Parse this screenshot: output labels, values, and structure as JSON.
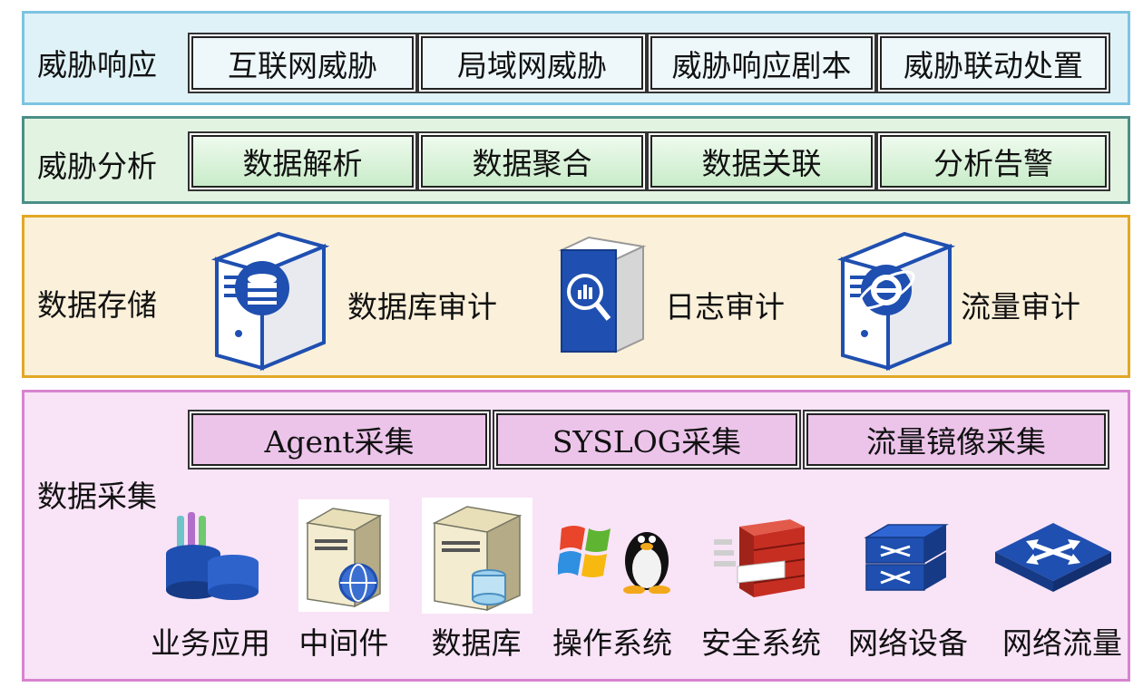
{
  "layers": {
    "response": {
      "title": "威胁响应",
      "items": [
        "互联网威胁",
        "局域网威胁",
        "威胁响应剧本",
        "威胁联动处置"
      ]
    },
    "analysis": {
      "title": "威胁分析",
      "items": [
        "数据解析",
        "数据聚合",
        "数据关联",
        "分析告警"
      ]
    },
    "storage": {
      "title": "数据存储",
      "items": [
        "数据库审计",
        "日志审计",
        "流量审计"
      ]
    },
    "collection": {
      "title": "数据采集",
      "methods": [
        "Agent采集",
        "SYSLOG采集",
        "流量镜像采集"
      ],
      "sources": [
        "业务应用",
        "中间件",
        "数据库",
        "操作系统",
        "安全系统",
        "网络设备",
        "网络流量"
      ]
    }
  },
  "colors": {
    "response_border": "#7dc3e2",
    "response_fill": "#dff2f7",
    "analysis_border": "#4b8f86",
    "analysis_fill": "#e2f3e2",
    "storage_border": "#e2a826",
    "storage_fill": "#fbf0da",
    "collection_border": "#d784d0",
    "collection_fill": "#f9e3f7",
    "icon_blue": "#1f4fb0"
  },
  "icons": {
    "storage": [
      "database-server-icon",
      "log-search-icon",
      "traffic-server-icon"
    ],
    "sources": [
      "business-app-database-icon",
      "middleware-server-icon",
      "database-server-icon",
      "windows-linux-icon",
      "firewall-icon",
      "network-switch-icon",
      "router-icon"
    ]
  }
}
